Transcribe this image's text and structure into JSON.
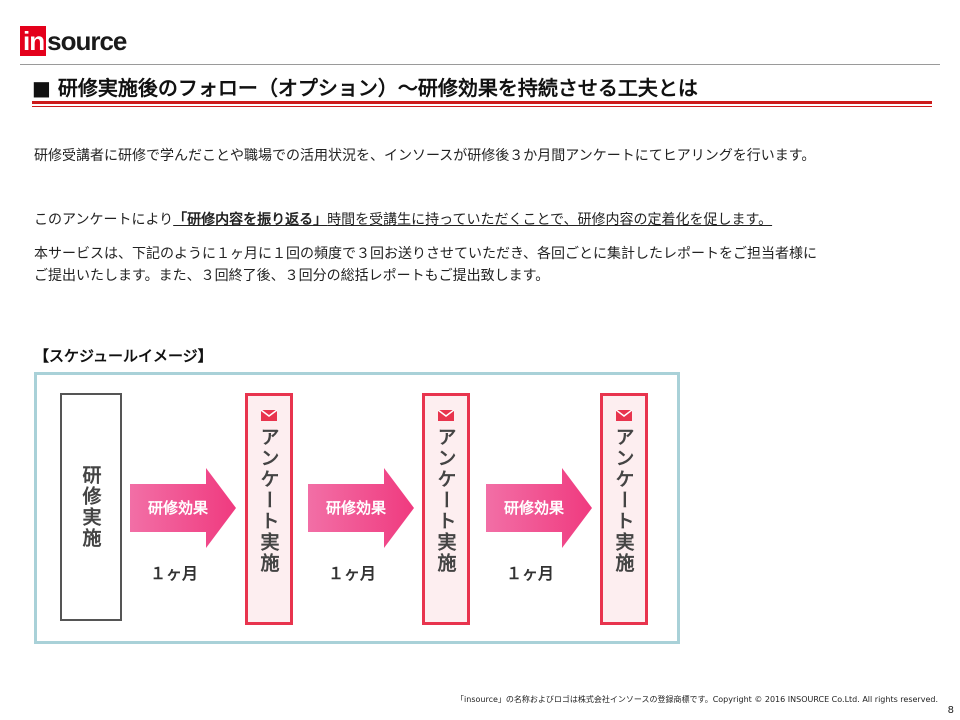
{
  "logo": {
    "box": "in",
    "rest": "source"
  },
  "title": "■  研修実施後のフォロー（オプション）～研修効果を持続させる工夫とは",
  "para1": "研修受講者に研修で学んだことや職場での活用状況を、インソースが研修後３か月間アンケートにてヒアリングを行います。",
  "para2": {
    "pre": "このアンケートにより",
    "bold": "「研修内容を振り返る」",
    "mid": "時間を受講生に持っていただくことで、研修内容の定着化を促します。"
  },
  "para3_line1": "本サービスは、下記のように１ヶ月に１回の頻度で３回お送りさせていただき、各回ごとに集計したレポートをご担当者様に",
  "para3_line2": "ご提出いたします。また、３回終了後、３回分の総括レポートもご提出致します。",
  "schedule_heading": "【スケジュールイメージ】",
  "schedule": {
    "start_box": "研修実施",
    "arrow_label": "研修効果",
    "interval": "１ヶ月",
    "survey_box": "アンケート実施",
    "colors": {
      "survey_border": "#e8344e",
      "arrow_pink": "#f0458a",
      "frame": "#a9d1d8"
    }
  },
  "footer": "「insource」の名称およびロゴは株式会社インソースの登録商標です。Copyright © 2016 INSOURCE Co.Ltd. All rights reserved.",
  "page_number": "8"
}
